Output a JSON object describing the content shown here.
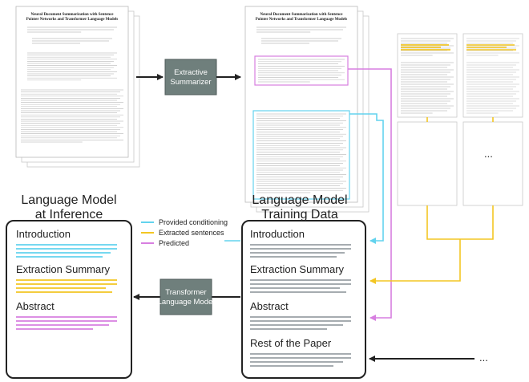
{
  "headings": {
    "inference": [
      "Language Model",
      "at Inference"
    ],
    "training": [
      "Language Model",
      "Training Data"
    ]
  },
  "models": {
    "extractive": [
      "Extractive",
      "Summarizer"
    ],
    "transformer": [
      "Transformer",
      "Language Model"
    ]
  },
  "paper": {
    "title_lines": [
      "Neural Document Summarization with Sentence",
      "Pointer Networks and Transformer Language Models"
    ]
  },
  "legend": [
    {
      "label": "Provided conditioning",
      "color": "#63d3ee"
    },
    {
      "label": "Extracted sentences",
      "color": "#f3c623"
    },
    {
      "label": "Predicted",
      "color": "#d77fe0"
    }
  ],
  "inference_sections": [
    "Introduction",
    "Extraction Summary",
    "Abstract"
  ],
  "training_sections": [
    "Introduction",
    "Extraction Summary",
    "Abstract",
    "Rest of the Paper"
  ],
  "ellipsis": "...",
  "colors": {
    "cyan": "#63d3ee",
    "yellow": "#f3c623",
    "pink": "#d77fe0",
    "gray": "#9aa0a4",
    "model_box": "#6f7f7c",
    "dark": "#222222"
  }
}
